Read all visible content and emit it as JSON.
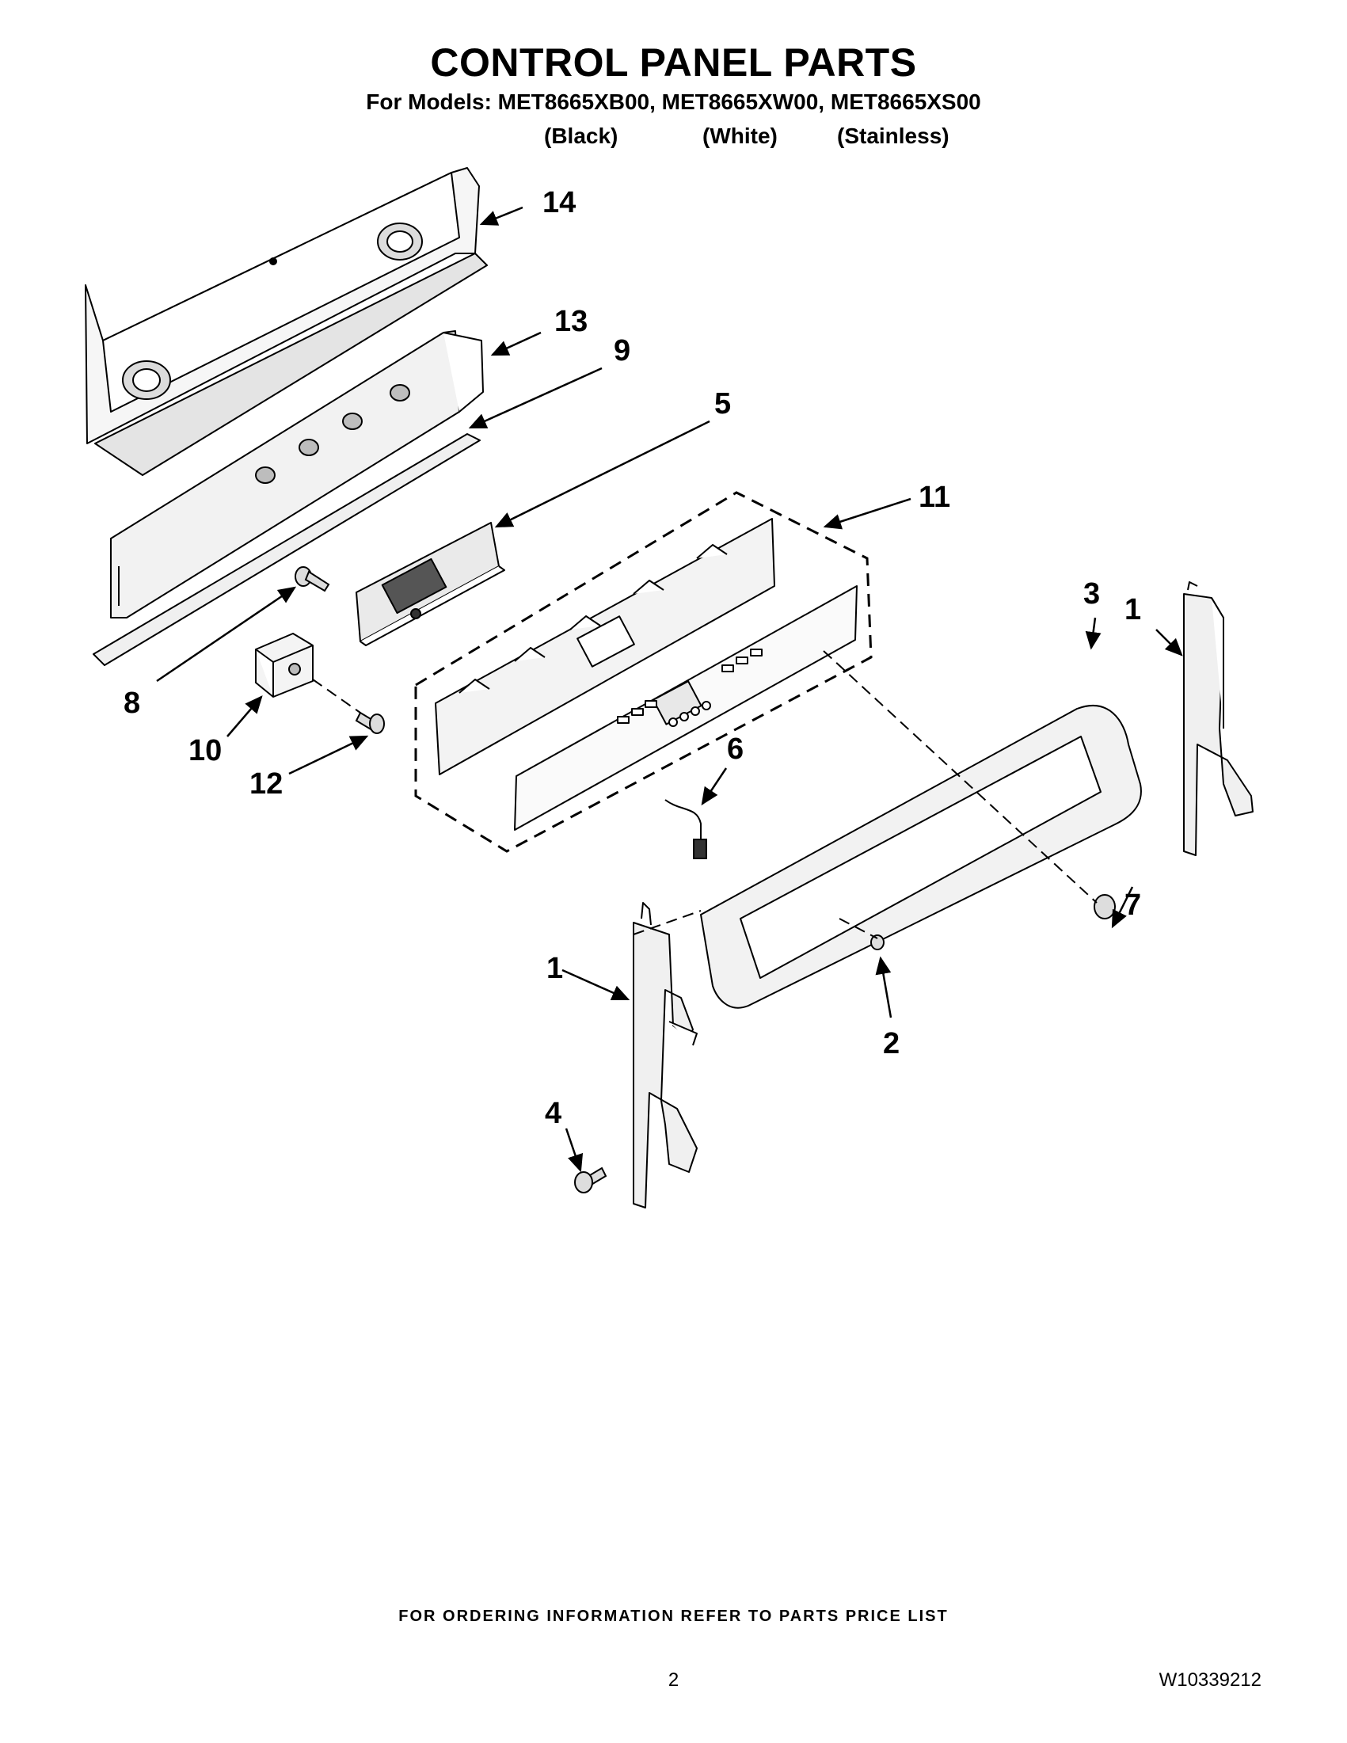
{
  "header": {
    "title": "CONTROL PANEL PARTS",
    "models_line": "For Models: MET8665XB00, MET8665XW00, MET8665XS00",
    "variants": [
      "(Black)",
      "(White)",
      "(Stainless)"
    ]
  },
  "callouts": [
    "14",
    "13",
    "9",
    "5",
    "11",
    "8",
    "10",
    "12",
    "3",
    "1",
    "6",
    "7",
    "1",
    "2",
    "4"
  ],
  "footer": {
    "ordering_note": "FOR ORDERING INFORMATION REFER TO PARTS PRICE LIST",
    "page_number": "2",
    "document_number": "W10339212"
  }
}
